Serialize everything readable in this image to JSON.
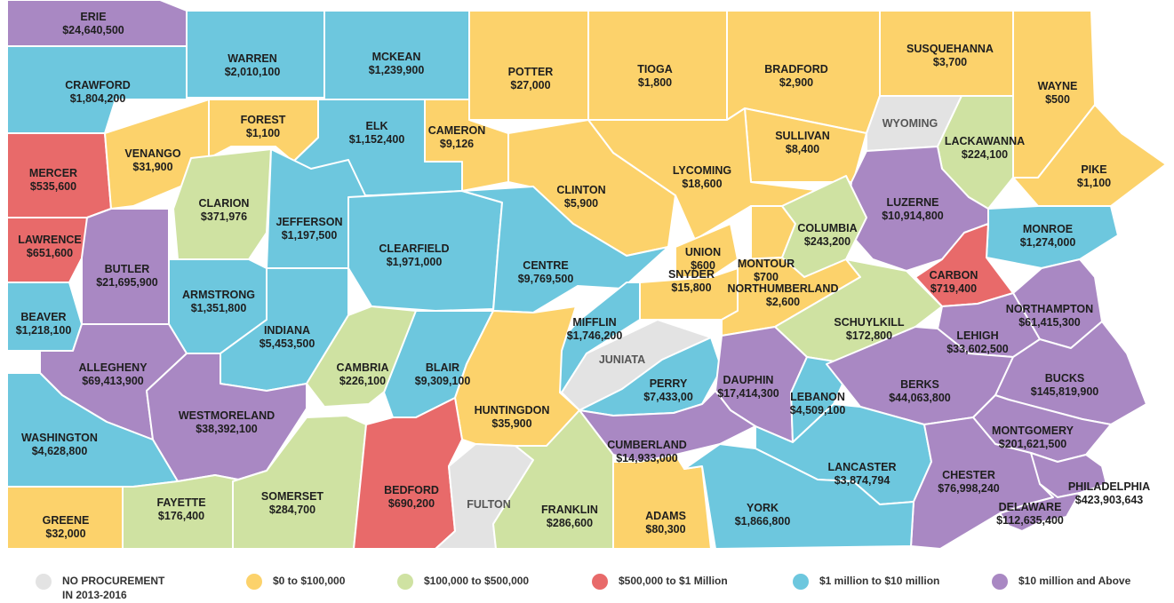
{
  "colors": {
    "none": "#e3e3e3",
    "tier1": "#fcd26b",
    "tier2": "#cfe2a2",
    "tier3": "#e86a6a",
    "tier4": "#6dc7de",
    "tier5": "#a988c3"
  },
  "legend": [
    {
      "key": "none",
      "line1": "NO PROCUREMENT",
      "line2": "IN 2013-2016"
    },
    {
      "key": "tier1",
      "line1": "$0 to $100,000",
      "line2": ""
    },
    {
      "key": "tier2",
      "line1": "$100,000 to $500,000",
      "line2": ""
    },
    {
      "key": "tier3",
      "line1": "$500,000 to $1 Million",
      "line2": ""
    },
    {
      "key": "tier4",
      "line1": "$1 million to $10 million",
      "line2": ""
    },
    {
      "key": "tier5",
      "line1": "$10 million and Above",
      "line2": ""
    }
  ],
  "counties": [
    {
      "name": "ERIE",
      "amount": "$24,640,500",
      "tier": "tier5"
    },
    {
      "name": "WARREN",
      "amount": "$2,010,100",
      "tier": "tier4"
    },
    {
      "name": "MCKEAN",
      "amount": "$1,239,900",
      "tier": "tier4"
    },
    {
      "name": "POTTER",
      "amount": "$27,000",
      "tier": "tier1"
    },
    {
      "name": "TIOGA",
      "amount": "$1,800",
      "tier": "tier1"
    },
    {
      "name": "BRADFORD",
      "amount": "$2,900",
      "tier": "tier1"
    },
    {
      "name": "SUSQUEHANNA",
      "amount": "$3,700",
      "tier": "tier1"
    },
    {
      "name": "WAYNE",
      "amount": "$500",
      "tier": "tier1"
    },
    {
      "name": "CRAWFORD",
      "amount": "$1,804,200",
      "tier": "tier4"
    },
    {
      "name": "FOREST",
      "amount": "$1,100",
      "tier": "tier1"
    },
    {
      "name": "ELK",
      "amount": "$1,152,400",
      "tier": "tier4"
    },
    {
      "name": "CAMERON",
      "amount": "$9,126",
      "tier": "tier1"
    },
    {
      "name": "SULLIVAN",
      "amount": "$8,400",
      "tier": "tier1"
    },
    {
      "name": "WYOMING",
      "amount": "",
      "tier": "none"
    },
    {
      "name": "LACKAWANNA",
      "amount": "$224,100",
      "tier": "tier2"
    },
    {
      "name": "PIKE",
      "amount": "$1,100",
      "tier": "tier1"
    },
    {
      "name": "MERCER",
      "amount": "$535,600",
      "tier": "tier3"
    },
    {
      "name": "VENANGO",
      "amount": "$31,900",
      "tier": "tier1"
    },
    {
      "name": "CLARION",
      "amount": "$371,976",
      "tier": "tier2"
    },
    {
      "name": "JEFFERSON",
      "amount": "$1,197,500",
      "tier": "tier4"
    },
    {
      "name": "CLINTON",
      "amount": "$5,900",
      "tier": "tier1"
    },
    {
      "name": "LYCOMING",
      "amount": "$18,600",
      "tier": "tier1"
    },
    {
      "name": "LUZERNE",
      "amount": "$10,914,800",
      "tier": "tier5"
    },
    {
      "name": "LAWRENCE",
      "amount": "$651,600",
      "tier": "tier3"
    },
    {
      "name": "BUTLER",
      "amount": "$21,695,900",
      "tier": "tier5"
    },
    {
      "name": "CLEARFIELD",
      "amount": "$1,971,000",
      "tier": "tier4"
    },
    {
      "name": "CENTRE",
      "amount": "$9,769,500",
      "tier": "tier4"
    },
    {
      "name": "UNION",
      "amount": "$600",
      "tier": "tier1"
    },
    {
      "name": "MONTOUR",
      "amount": "$700",
      "tier": "tier1"
    },
    {
      "name": "COLUMBIA",
      "amount": "$243,200",
      "tier": "tier2"
    },
    {
      "name": "MONROE",
      "amount": "$1,274,000",
      "tier": "tier4"
    },
    {
      "name": "CARBON",
      "amount": "$719,400",
      "tier": "tier3"
    },
    {
      "name": "ARMSTRONG",
      "amount": "$1,351,800",
      "tier": "tier4"
    },
    {
      "name": "BEAVER",
      "amount": "$1,218,100",
      "tier": "tier4"
    },
    {
      "name": "INDIANA",
      "amount": "$5,453,500",
      "tier": "tier4"
    },
    {
      "name": "SNYDER",
      "amount": "$15,800",
      "tier": "tier1"
    },
    {
      "name": "NORTHUMBERLAND",
      "amount": "$2,600",
      "tier": "tier1"
    },
    {
      "name": "MIFFLIN",
      "amount": "$1,746,200",
      "tier": "tier4"
    },
    {
      "name": "SCHUYLKILL",
      "amount": "$172,800",
      "tier": "tier2"
    },
    {
      "name": "NORTHAMPTON",
      "amount": "$61,415,300",
      "tier": "tier5"
    },
    {
      "name": "LEHIGH",
      "amount": "$33,602,500",
      "tier": "tier5"
    },
    {
      "name": "ALLEGHENY",
      "amount": "$69,413,900",
      "tier": "tier5"
    },
    {
      "name": "CAMBRIA",
      "amount": "$226,100",
      "tier": "tier2"
    },
    {
      "name": "BLAIR",
      "amount": "$9,309,100",
      "tier": "tier4"
    },
    {
      "name": "JUNIATA",
      "amount": "",
      "tier": "none"
    },
    {
      "name": "PERRY",
      "amount": "$7,433,00",
      "tier": "tier4"
    },
    {
      "name": "DAUPHIN",
      "amount": "$17,414,300",
      "tier": "tier5"
    },
    {
      "name": "LEBANON",
      "amount": "$4,509,100",
      "tier": "tier4"
    },
    {
      "name": "BERKS",
      "amount": "$44,063,800",
      "tier": "tier5"
    },
    {
      "name": "BUCKS",
      "amount": "$145,819,900",
      "tier": "tier5"
    },
    {
      "name": "WESTMORELAND",
      "amount": "$38,392,100",
      "tier": "tier5"
    },
    {
      "name": "HUNTINGDON",
      "amount": "$35,900",
      "tier": "tier1"
    },
    {
      "name": "WASHINGTON",
      "amount": "$4,628,800",
      "tier": "tier4"
    },
    {
      "name": "CUMBERLAND",
      "amount": "$14,933,000",
      "tier": "tier5"
    },
    {
      "name": "MONTGOMERY",
      "amount": "$201,621,500",
      "tier": "tier5"
    },
    {
      "name": "LANCASTER",
      "amount": "$3,874,794",
      "tier": "tier4"
    },
    {
      "name": "CHESTER",
      "amount": "$76,998,240",
      "tier": "tier5"
    },
    {
      "name": "PHILADELPHIA",
      "amount": "$423,903,643",
      "tier": "tier5"
    },
    {
      "name": "FAYETTE",
      "amount": "$176,400",
      "tier": "tier2"
    },
    {
      "name": "SOMERSET",
      "amount": "$284,700",
      "tier": "tier2"
    },
    {
      "name": "BEDFORD",
      "amount": "$690,200",
      "tier": "tier3"
    },
    {
      "name": "FULTON",
      "amount": "",
      "tier": "none"
    },
    {
      "name": "FRANKLIN",
      "amount": "$286,600",
      "tier": "tier2"
    },
    {
      "name": "ADAMS",
      "amount": "$80,300",
      "tier": "tier1"
    },
    {
      "name": "YORK",
      "amount": "$1,866,800",
      "tier": "tier4"
    },
    {
      "name": "DELAWARE",
      "amount": "$112,635,400",
      "tier": "tier5"
    },
    {
      "name": "GREENE",
      "amount": "$32,000",
      "tier": "tier1"
    }
  ]
}
